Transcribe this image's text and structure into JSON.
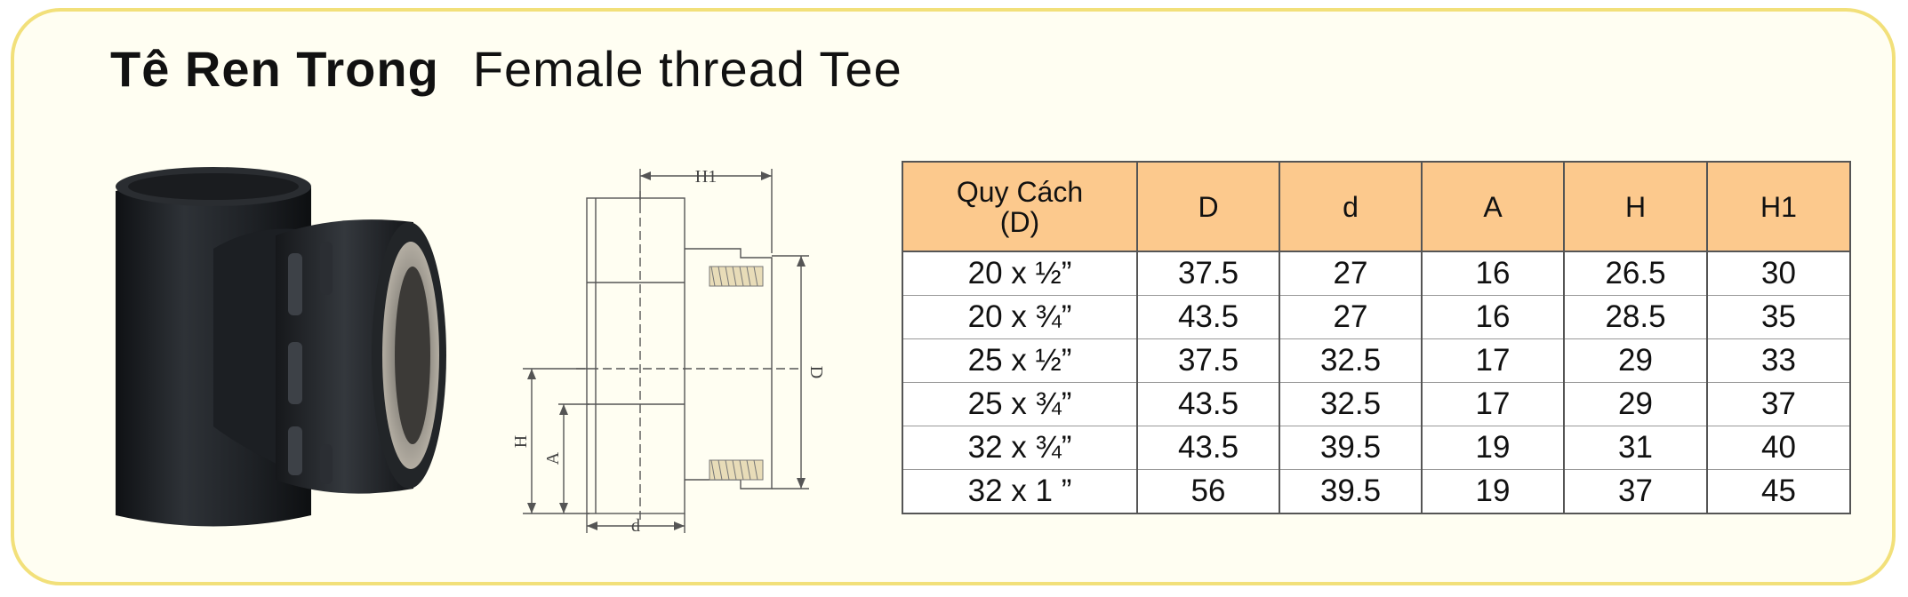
{
  "title": {
    "vietnamese": "Tê Ren Trong",
    "english": "Female thread Tee"
  },
  "product_photo": {
    "icon": "pipe-tee-photo-icon",
    "body_color": "#23262b",
    "insert_color": "#8e8a82"
  },
  "diagram": {
    "icon": "tee-dimension-diagram-icon",
    "labels": {
      "h1": "H1",
      "d_upper": "D",
      "h": "H",
      "a": "A",
      "d_lower": "d"
    }
  },
  "spec_table": {
    "header_color": "#fcc98d",
    "headers": {
      "spec_line1": "Quy Cách",
      "spec_line2": "(D)",
      "D": "D",
      "d": "d",
      "A": "A",
      "H": "H",
      "H1": "H1"
    },
    "rows": [
      {
        "spec": "20 x ½”",
        "D": "37.5",
        "d": "27",
        "A": "16",
        "H": "26.5",
        "H1": "30"
      },
      {
        "spec": "20 x ¾”",
        "D": "43.5",
        "d": "27",
        "A": "16",
        "H": "28.5",
        "H1": "35"
      },
      {
        "spec": "25 x ½”",
        "D": "37.5",
        "d": "32.5",
        "A": "17",
        "H": "29",
        "H1": "33"
      },
      {
        "spec": "25 x ¾”",
        "D": "43.5",
        "d": "32.5",
        "A": "17",
        "H": "29",
        "H1": "37"
      },
      {
        "spec": "32 x ¾”",
        "D": "43.5",
        "d": "39.5",
        "A": "19",
        "H": "31",
        "H1": "40"
      },
      {
        "spec": "32 x 1 ”",
        "D": "56",
        "d": "39.5",
        "A": "19",
        "H": "37",
        "H1": "45"
      }
    ]
  }
}
